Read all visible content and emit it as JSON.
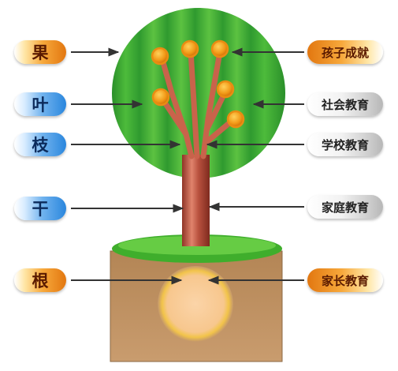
{
  "diagram": {
    "left_labels": [
      {
        "id": "fruit",
        "text": "果",
        "style": "orange"
      },
      {
        "id": "leaf",
        "text": "叶",
        "style": "blue"
      },
      {
        "id": "branch",
        "text": "枝",
        "style": "blue"
      },
      {
        "id": "trunk",
        "text": "干",
        "style": "blue"
      },
      {
        "id": "root",
        "text": "根",
        "style": "orange"
      }
    ],
    "right_labels": [
      {
        "id": "child-success",
        "text": "孩子成就",
        "style": "orange"
      },
      {
        "id": "social-edu",
        "text": "社会教育",
        "style": "gray"
      },
      {
        "id": "school-edu",
        "text": "学校教育",
        "style": "gray"
      },
      {
        "id": "family-edu",
        "text": "家庭教育",
        "style": "gray"
      },
      {
        "id": "parent-edu",
        "text": "家长教育",
        "style": "orange"
      }
    ],
    "colors": {
      "canopy_dark": "#2f9a2f",
      "canopy_light": "#5cc241",
      "trunk": "#b8513e",
      "trunk_light": "#e0836c",
      "soil": "#c4976b",
      "grass": "#3fae2c",
      "fruit": "#f4a21d",
      "root_glow": "#f7c78e",
      "arrow": "#333333"
    }
  }
}
